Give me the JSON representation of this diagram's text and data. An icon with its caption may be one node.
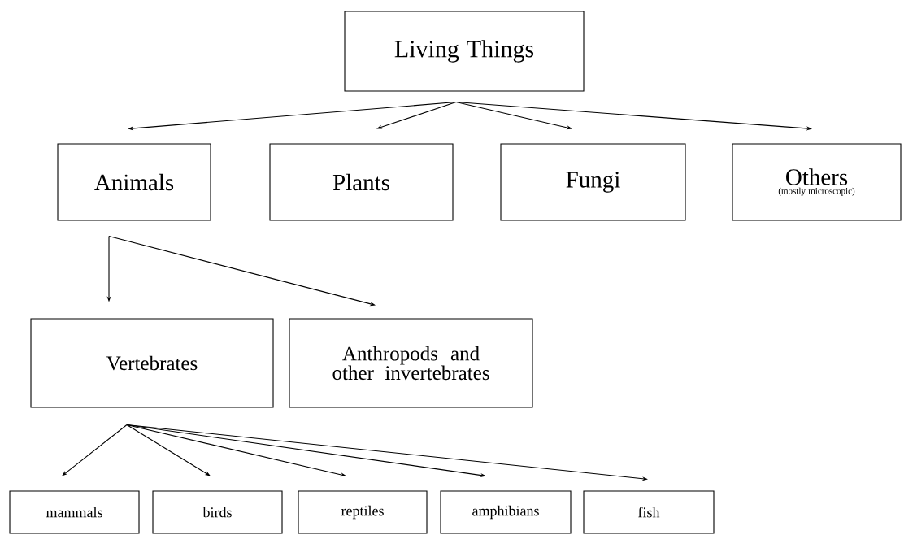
{
  "diagram": {
    "nodes": [
      {
        "text": [
          "Living Things"
        ]
      },
      {
        "text": [
          "Animals"
        ]
      },
      {
        "text": [
          "Plants"
        ]
      },
      {
        "text": [
          "Fungi"
        ]
      },
      {
        "text": [
          "Others",
          "(mostly microscopic)"
        ]
      },
      {
        "text": [
          "Vertebrates"
        ]
      },
      {
        "text": [
          "Anthropods and other invertebrates"
        ]
      },
      {
        "text": [
          "mammals"
        ]
      },
      {
        "text": [
          "birds"
        ]
      },
      {
        "text": [
          "reptiles"
        ]
      },
      {
        "text": [
          "amphibians"
        ]
      },
      {
        "text": [
          "fish"
        ]
      }
    ],
    "edges": [
      {
        "from": 0,
        "to": 1,
        "arrow": "to"
      },
      {
        "from": 0,
        "to": 2,
        "arrow": "to"
      },
      {
        "from": 0,
        "to": 3,
        "arrow": "to"
      },
      {
        "from": 0,
        "to": 4,
        "arrow": "to"
      },
      {
        "from": 1,
        "to": 5,
        "arrow": "to"
      },
      {
        "from": 1,
        "to": 6,
        "arrow": "to"
      },
      {
        "from": 5,
        "to": 7,
        "arrow": "to"
      },
      {
        "from": 5,
        "to": 8,
        "arrow": "to"
      },
      {
        "from": 5,
        "to": 9,
        "arrow": "to"
      },
      {
        "from": 5,
        "to": 10,
        "arrow": "to"
      },
      {
        "from": 5,
        "to": 11,
        "arrow": "to"
      }
    ]
  }
}
